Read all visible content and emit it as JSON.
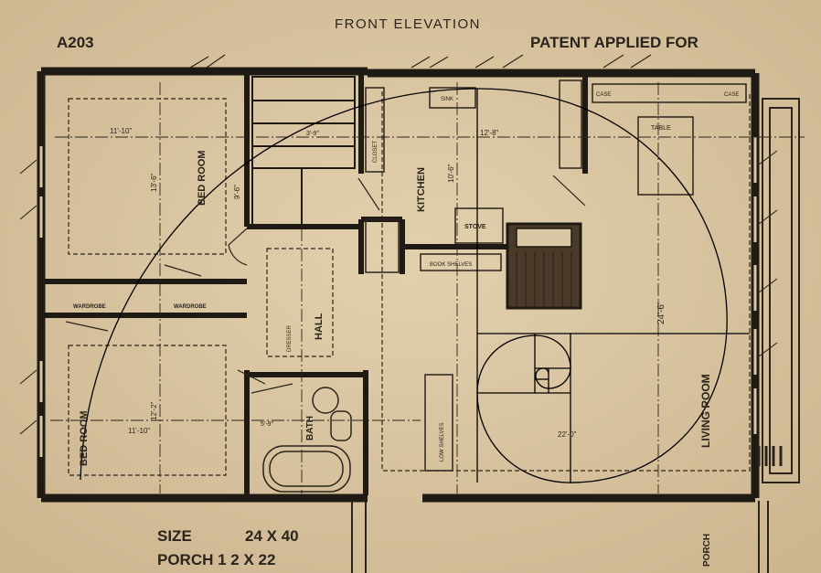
{
  "header": {
    "plan_number": "A203",
    "front_elevation": "FRONT ELEVATION",
    "patent": "PATENT APPLIED FOR"
  },
  "rooms": {
    "bed_room_top": "BED ROOM",
    "bed_room_bottom": "BED ROOM",
    "kitchen": "KITCHEN",
    "hall": "HALL",
    "bath": "BATH",
    "living_room": "LIVING ROOM",
    "porch": "PORCH"
  },
  "fixtures": {
    "wardrobe_left": "WARDROBE",
    "wardrobe_right": "WARDROBE",
    "dresser": "DRESSER",
    "closet": "CLOSET",
    "sink": "SINK",
    "stove": "STOVE",
    "book_shelves": "BOOK SHELVES",
    "table": "TABLE",
    "low_shelves": "LOW SHELVES",
    "case_left": "CASE",
    "case_right": "CASE"
  },
  "dimensions": {
    "bed_top_w": "11'-10\"",
    "bed_top_h": "13'-6\"",
    "bed_bottom_w": "11'-10\"",
    "bed_bottom_h": "12'-2\"",
    "kitchen_w": "12'-8\"",
    "kitchen_h": "10'-6\"",
    "living_w": "22'-0\"",
    "living_h": "24'-6\"",
    "bath": "5'-9\"",
    "hall_w": "3'-9\"",
    "hall_h": "9'-6\""
  },
  "footer": {
    "size_label": "SIZE",
    "size_value": "24 X 40",
    "porch_label": "PORCH 1 2 X 22"
  },
  "colors": {
    "paper": "#d9c6a4",
    "ink": "#1f1a14",
    "overlay_line": "#000000"
  }
}
